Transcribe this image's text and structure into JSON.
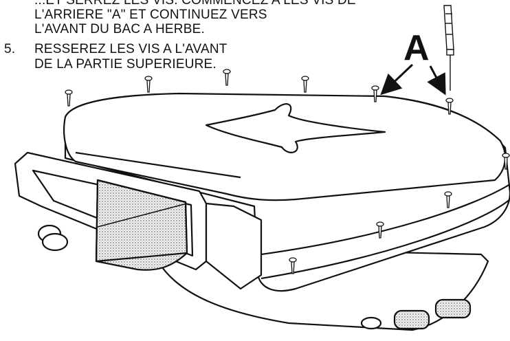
{
  "instructions": {
    "line_top": "...ET SERREZ LES VIS. COMMENCEZ A LES VIS DE",
    "line_2": "L'ARRIERE \"A\" ET CONTINUEZ VERS",
    "line_3": "L'AVANT DU BAC A HERBE.",
    "step5_number": "5.",
    "step5_line1": "RESSEREZ LES VIS A L'AVANT",
    "step5_line2": "DE LA PARTIE SUPERIEURE."
  },
  "callout_label": "A",
  "illustration": {
    "subject": "grass-catcher-bag",
    "tool_icon": "screwdriver-icon",
    "fastener_icon": "screw-icon",
    "line_color": "#111111",
    "mesh_color": "#e6e6e6"
  }
}
